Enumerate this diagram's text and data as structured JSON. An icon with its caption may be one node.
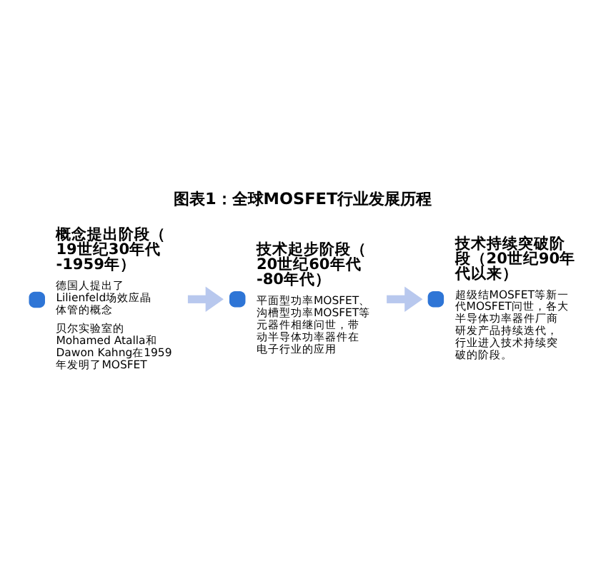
{
  "diagram": {
    "title": "图表1：全球MOSFET行业发展历程",
    "nodes": [
      {
        "text": [
          "概念提出阶段（19世纪30年代-1959年）",
          "德国人提出了Lilienfeld场效应晶体管的概念",
          "贝尔实验室的Mohamed Atalla和Dawon Kahng在1959年发明了MOSFET"
        ]
      },
      {
        "text": [
          "技术起步阶段（20世纪60年代-80年代）",
          "平面型功率MOSFET、沟槽型功率MOSFET等元器件相继问世，带动半导体功率器件在电子行业的应用"
        ]
      },
      {
        "text": [
          "技术持续突破阶段（20世纪90年代以来）",
          "超级结MOSFET等新一代MOSFET问世，各大半导体功率器件厂商研发产品持续迭代，行业进入技术持续突破的阶段。"
        ]
      }
    ],
    "edges": [
      {
        "from": 0,
        "to": 1,
        "arrow": "to"
      },
      {
        "from": 1,
        "to": 2,
        "arrow": "to"
      }
    ]
  }
}
